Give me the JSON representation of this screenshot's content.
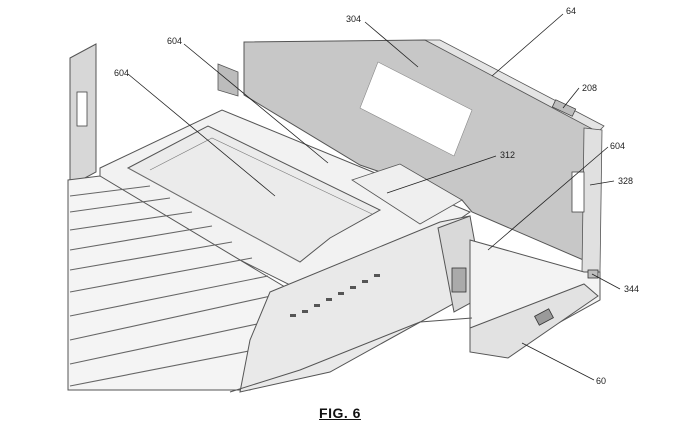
{
  "figure": {
    "caption": "FIG. 6",
    "labels": {
      "l604a": "604",
      "l604b": "604",
      "l304": "304",
      "l64": "64",
      "l208": "208",
      "l312": "312",
      "l604c": "604",
      "l328": "328",
      "l344": "344",
      "l60": "60"
    }
  }
}
